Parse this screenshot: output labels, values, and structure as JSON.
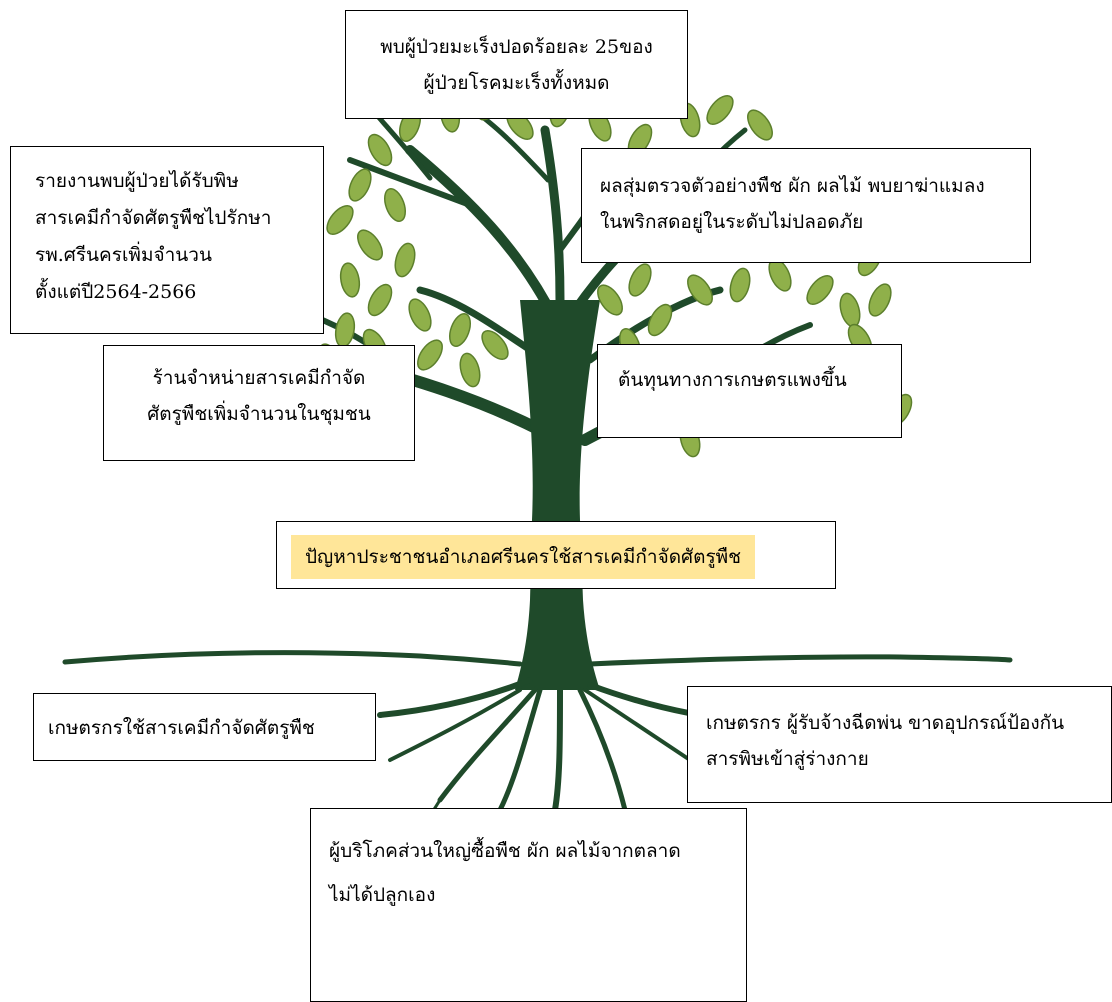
{
  "diagram": {
    "type": "problem-tree",
    "colors": {
      "trunk": "#1f4a2a",
      "leaf_fill": "#8fb04a",
      "leaf_stroke": "#5c7f2c",
      "problem_highlight": "#ffe699",
      "box_border": "#000000"
    },
    "effects": {
      "top": [
        "พบผู้ป่วยมะเร็งปอดร้อยละ 25ของ",
        "ผู้ป่วยโรคมะเร็งทั้งหมด"
      ],
      "upper_left": [
        "รายงานพบผู้ป่วยได้รับพิษ",
        "สารเคมีกำจัดศัตรูพืชไปรักษา",
        "รพ.ศรีนครเพิ่มจำนวน",
        "ตั้งแต่ปี2564-2566"
      ],
      "upper_right": [
        "ผลสุ่มตรวจตัวอย่างพืช ผัก ผลไม้ พบยาฆ่าแมลง",
        "ในพริกสดอยู่ในระดับไม่ปลอดภัย"
      ],
      "middle_left": [
        "ร้านจำหน่ายสารเคมีกำจัด",
        "ศัตรูพืชเพิ่มจำนวนในชุมชน"
      ],
      "middle_right": [
        "ต้นทุนทางการเกษตรแพงขึ้น"
      ]
    },
    "core_problem": "ปัญหาประชาชนอำเภอศรีนครใช้สารเคมีกำจัดศัตรูพืช",
    "causes": {
      "left": [
        "เกษตรกรใช้สารเคมีกำจัดศัตรูพืช"
      ],
      "right": [
        "เกษตรกร ผู้รับจ้างฉีดพ่น ขาดอุปกรณ์ป้องกัน",
        "สารพิษเข้าสู่ร่างกาย"
      ],
      "bottom": [
        "ผู้บริโภคส่วนใหญ่ซื้อพืช ผัก ผลไม้จากตลาด",
        "ไม่ได้ปลูกเอง"
      ]
    }
  }
}
